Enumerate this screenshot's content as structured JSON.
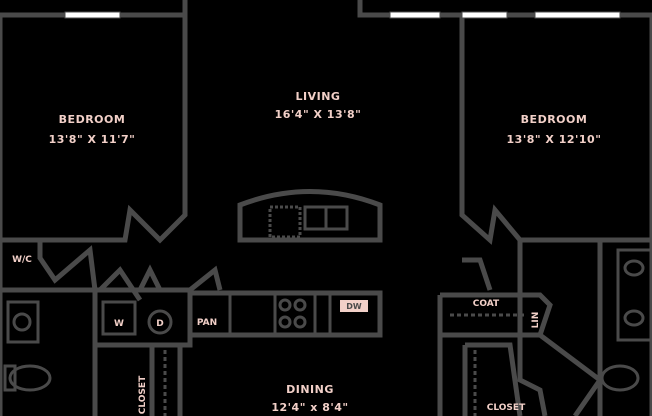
{
  "rooms": {
    "bedroom_left": {
      "name": "BEDROOM",
      "dims": "13'8\" X 11'7\""
    },
    "living": {
      "name": "LIVING",
      "dims": "16'4\" X 13'8\""
    },
    "bedroom_right": {
      "name": "BEDROOM",
      "dims": "13'8\" X 12'10\""
    },
    "dining": {
      "name": "DINING",
      "dims": "12'4\" x 8'4\""
    }
  },
  "labels": {
    "wic_left": "W/C",
    "washer": "W",
    "dryer": "D",
    "pantry": "PAN",
    "dishwasher": "DW",
    "coat": "COAT",
    "linen": "LIN",
    "closet_right": "CLOSET",
    "closet_left": "CLOSET"
  },
  "colors": {
    "background": "#000000",
    "wall": "#4a4a4a",
    "label": "#f2d0c8"
  }
}
